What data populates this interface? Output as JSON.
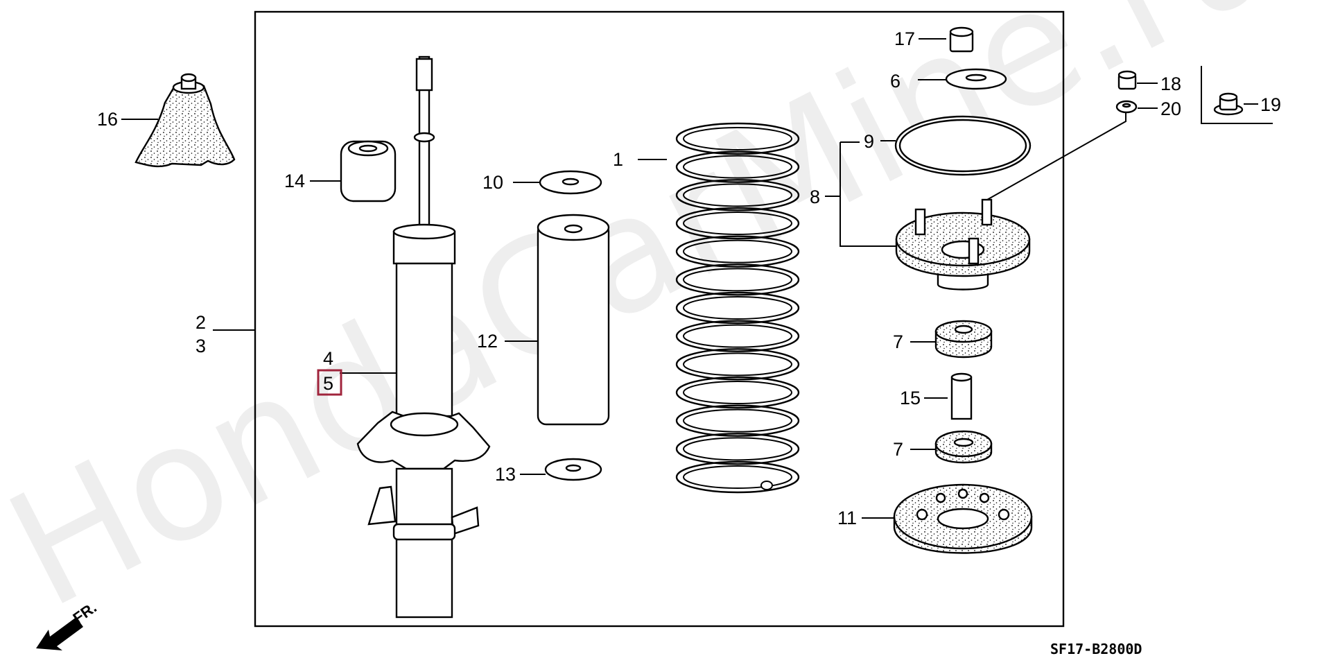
{
  "diagram": {
    "watermark": "HondaCarMine.ru",
    "direction_label": "FR.",
    "diagram_code": "SF17-B2800D",
    "labels": {
      "p1": "1",
      "p2": "2",
      "p3": "3",
      "p4": "4",
      "p5": "5",
      "p6": "6",
      "p7a": "7",
      "p7b": "7",
      "p8": "8",
      "p9": "9",
      "p10": "10",
      "p11": "11",
      "p12": "12",
      "p13": "13",
      "p14": "14",
      "p15": "15",
      "p16": "16",
      "p17": "17",
      "p18": "18",
      "p19": "19",
      "p20": "20"
    },
    "highlighted_label": "5",
    "highlight_color": "#a0243c"
  }
}
